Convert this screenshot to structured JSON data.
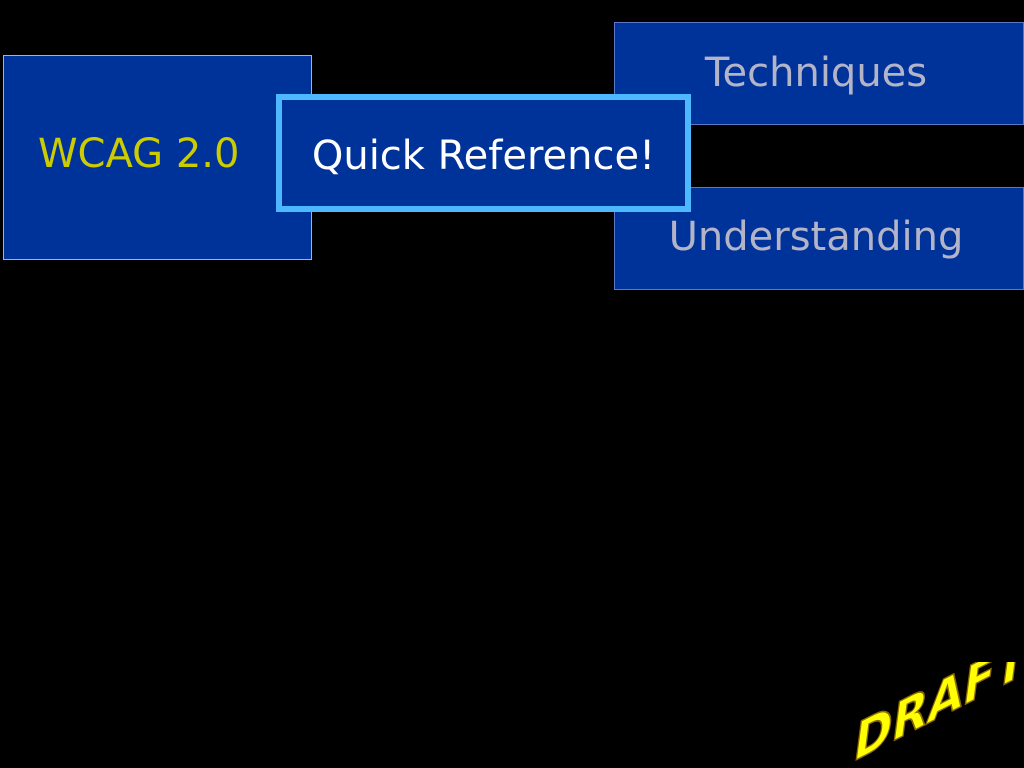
{
  "slide": {
    "background_color": "#000000",
    "wcag_box": {
      "label": "WCAG 2.0",
      "text_color": "#cccc00",
      "fill_color": "#003399"
    },
    "techniques_box": {
      "label": "Techniques",
      "text_color": "#b4b4c8",
      "fill_color": "#003399"
    },
    "understanding_box": {
      "label": "Understanding",
      "text_color": "#b4b4c8",
      "fill_color": "#003399"
    },
    "quickref_box": {
      "label": "Quick Reference!",
      "text_color": "#ffffff",
      "fill_color": "#003399",
      "border_color": "#4db8ff"
    },
    "watermark": {
      "label": "DRAFT",
      "fill_color": "#ffff00",
      "stroke_color": "#8b6a00"
    }
  }
}
